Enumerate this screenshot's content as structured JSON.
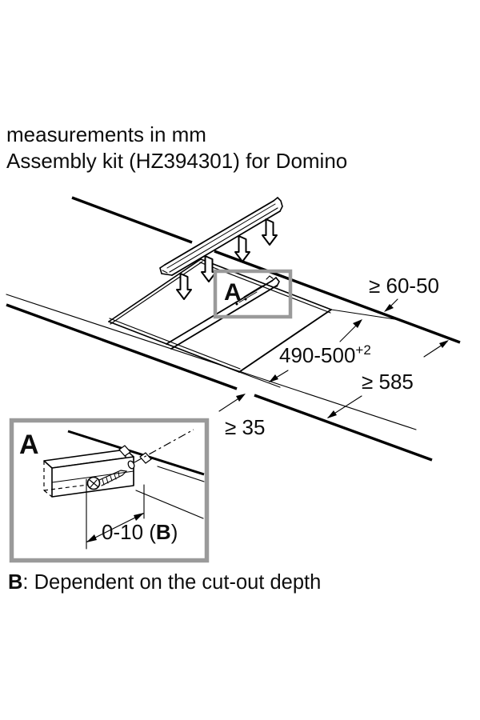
{
  "page": {
    "title_line1": "measurements in mm",
    "title_line2": "Assembly kit (HZ394301) for Domino",
    "footnote_b": "B",
    "footnote_rest": ": Dependent on the cut-out depth"
  },
  "diagram": {
    "type": "worktop-installation-drawing",
    "detail_callout_label": "A",
    "detail_view_label": "A",
    "dims": {
      "back_clearance": "≥ 60-50",
      "cutout_depth": "490-500",
      "cutout_depth_tolerance": "+2",
      "worktop_depth": "≥ 585",
      "front_clearance": "≥ 35",
      "bracket_range_prefix": "0-10 (",
      "bracket_range_b": "B",
      "bracket_range_suffix": ")"
    },
    "colors": {
      "line": "#000000",
      "highlight_box": "#9a9a9a",
      "background": "#ffffff"
    }
  }
}
